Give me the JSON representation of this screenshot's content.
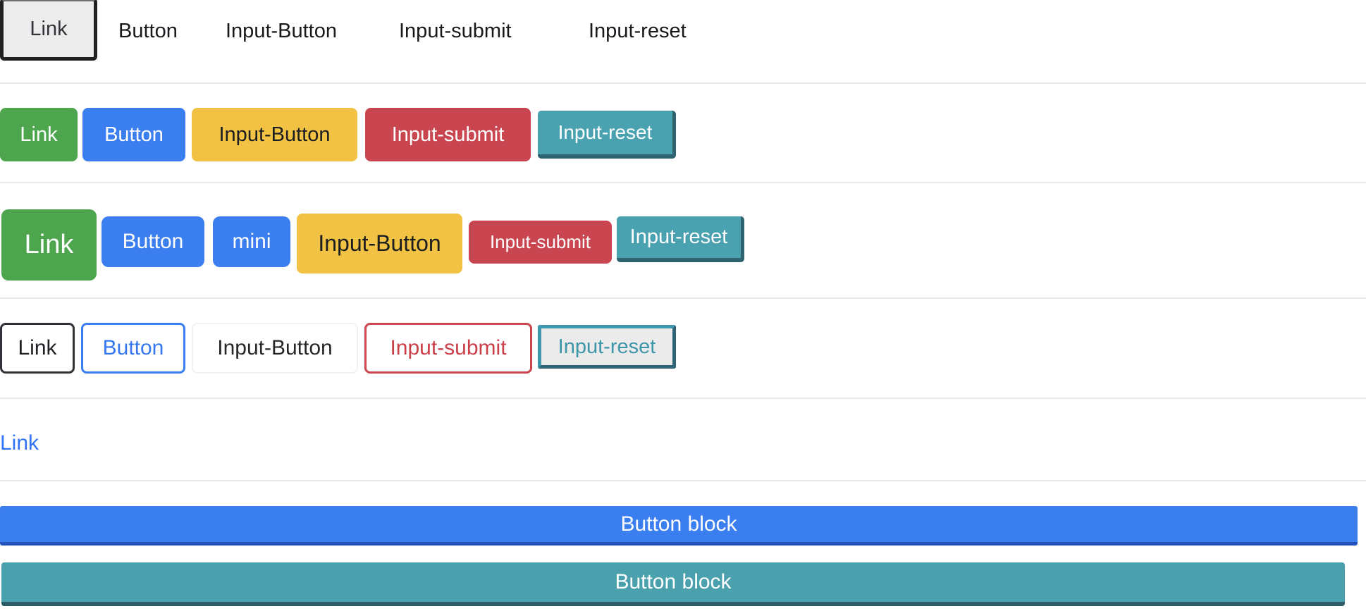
{
  "tabs": [
    {
      "label": "Link"
    },
    {
      "label": "Button"
    },
    {
      "label": "Input-Button"
    },
    {
      "label": "Input-submit"
    },
    {
      "label": "Input-reset"
    }
  ],
  "solid_buttons": [
    {
      "label": "Link"
    },
    {
      "label": "Button"
    },
    {
      "label": "Input-Button"
    },
    {
      "label": "Input-submit"
    },
    {
      "label": "Input-reset"
    }
  ],
  "sized_buttons": [
    {
      "label": "Link"
    },
    {
      "label": "Button"
    },
    {
      "label": "mini"
    },
    {
      "label": "Input-Button"
    },
    {
      "label": "Input-submit"
    },
    {
      "label": "Input-reset"
    }
  ],
  "outline_buttons": [
    {
      "label": "Link"
    },
    {
      "label": "Button"
    },
    {
      "label": "Input-Button"
    },
    {
      "label": "Input-submit"
    },
    {
      "label": "Input-reset"
    }
  ],
  "text_link": {
    "label": "Link"
  },
  "block_buttons": [
    {
      "label": "Button block"
    },
    {
      "label": "Button block"
    }
  ],
  "colors": {
    "green": "#4DA64D",
    "blue": "#3B7EF0",
    "yellow": "#F2C245",
    "red": "#C9454F",
    "teal": "#4AA1B0",
    "teal_dark_edge": "#2E6470",
    "link_blue": "#3273F6",
    "divider_gray": "#E9E9E9",
    "block_blue_dark_edge": "#2652BE",
    "block_teal_dark_edge": "#2E5C66",
    "tab_box_bg": "#ECECEC",
    "tab_box_border": "#212121"
  }
}
